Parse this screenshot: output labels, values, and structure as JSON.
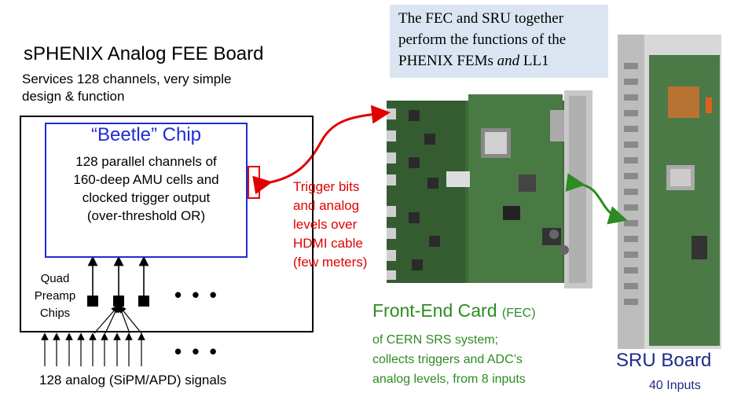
{
  "fee_board": {
    "title": "sPHENIX Analog FEE Board",
    "subtitle_line1": "Services 128 channels, very simple",
    "subtitle_line2": "design & function"
  },
  "beetle_chip": {
    "title": "“Beetle” Chip",
    "desc_line1": "128 parallel channels of",
    "desc_line2": "160-deep AMU cells and",
    "desc_line3": "clocked trigger output",
    "desc_line4": "(over-threshold OR)"
  },
  "preamp": {
    "line1": "Quad",
    "line2": "Preamp",
    "line3": "Chips"
  },
  "ellipsis": "• • •",
  "signals_label": "128 analog (SiPM/APD) signals",
  "trigger_link": {
    "line1": "Trigger bits",
    "line2": "and analog",
    "line3": "levels over",
    "line4": "HDMI cable",
    "line5": "(few meters)"
  },
  "note": {
    "line1": "The FEC and SRU  together",
    "line2": "perform the functions of the",
    "line3_pre": "PHENIX FEMs ",
    "line3_em": "and",
    "line3_post": " LL1"
  },
  "fec": {
    "title": "Front-End  Card",
    "tag": "(FEC)",
    "desc_line1": "of CERN SRS system;",
    "desc_line2": "collects triggers and ADC’s",
    "desc_line3": "analog levels, from 8 inputs"
  },
  "sru": {
    "title": "SRU Board",
    "inputs": "40 Inputs"
  },
  "colors": {
    "chip_blue": "#1f2bd8",
    "trigger_red": "#e00000",
    "fec_green": "#2e8b22",
    "sru_navy": "#1f2b8a",
    "note_bg": "#dbe5f1",
    "pcb_green": "#3f6b3a"
  }
}
